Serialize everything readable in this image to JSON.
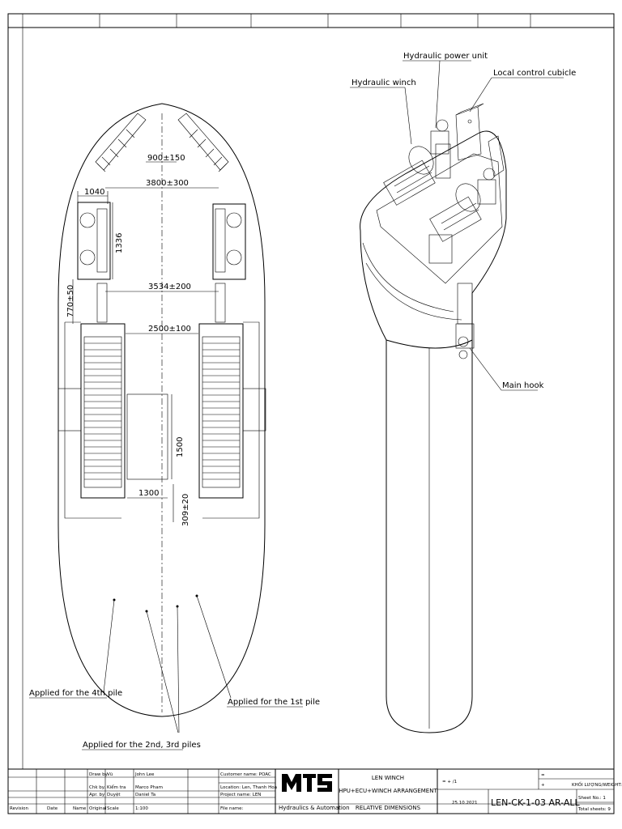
{
  "callouts": {
    "hydraulic_power_unit": "Hydraulic power unit",
    "hydraulic_winch": "Hydraulic winch",
    "local_control_cubicle": "Local control cubicle",
    "main_hook": "Main hook",
    "applied_4th": "Applied for the 4th pile",
    "applied_1st": "Applied for the 1st pile",
    "applied_2nd_3rd": "Applied for the 2nd, 3rd piles"
  },
  "dimensions": {
    "d900": "900±150",
    "d3800": "3800±300",
    "d1040": "1040",
    "d1336": "1336",
    "d770": "770±50",
    "d3534": "3534±200",
    "d2500": "2500±100",
    "d1500": "1500",
    "d1300": "1300",
    "d309": "309±20"
  },
  "title_block": {
    "rows": [
      {
        "role": "Draw by",
        "sig": "Vũ",
        "name": "John Lee"
      },
      {
        "role": "Chk by.",
        "sig": "Kiểm tra",
        "name": "Marco Pham"
      },
      {
        "role": "Apr. by",
        "sig": "Duyệt",
        "name": "Daniel Ta"
      }
    ],
    "revision": "Revision",
    "date": "Date",
    "name_col": "Name",
    "original": "Original",
    "scale": "Scale",
    "scale_value": "1:100",
    "customer": "Customer name: POAC",
    "location": "Location: Len, Thanh Hoa",
    "project": "Project name: LEN",
    "file": "File name:",
    "company": "Hydraulics & Automation",
    "logo": "MTS",
    "drawing_title_1": "LEN WINCH",
    "drawing_title_2": "HPU+ECU+WINCH ARRANGEMENT",
    "drawing_title_3": "RELATIVE DIMENSIONS",
    "date_value": "25.10.2021",
    "drawing_no": "LEN-CK-1-03 AR-ALL",
    "sheet_no": "Sheet No.: 1",
    "total_sheets": "Total sheets: 9",
    "weight_label": "KHỐI LƯỢNG/WEIGHT:",
    "marks": "=   +   /1",
    "eq": "=",
    "plus": "+"
  }
}
